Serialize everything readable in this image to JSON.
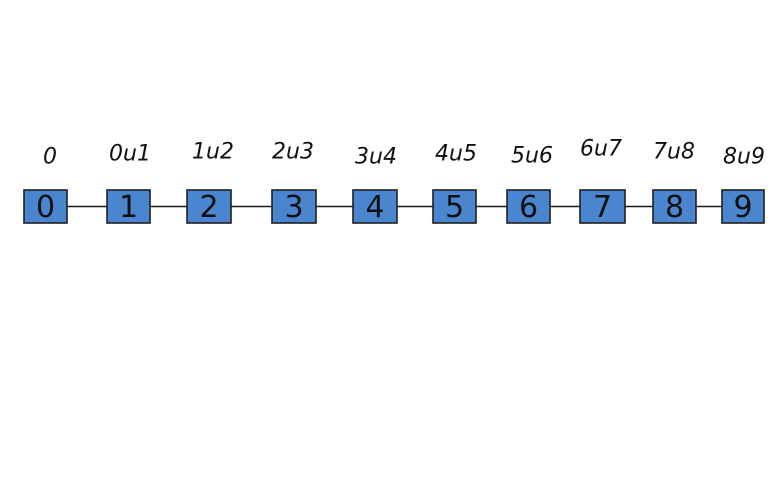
{
  "colors": {
    "node_fill": "#4a86d0",
    "node_stroke": "#1f1f1f",
    "edge": "#1a1a1a",
    "background": "#ffffff"
  },
  "nodes": [
    {
      "label": "0",
      "top_label": "0"
    },
    {
      "label": "1",
      "top_label": "0u1"
    },
    {
      "label": "2",
      "top_label": "1u2"
    },
    {
      "label": "3",
      "top_label": "2u3"
    },
    {
      "label": "4",
      "top_label": "3u4"
    },
    {
      "label": "5",
      "top_label": "4u5"
    },
    {
      "label": "6",
      "top_label": "5u6"
    },
    {
      "label": "7",
      "top_label": "6u7"
    },
    {
      "label": "8",
      "top_label": "7u8"
    },
    {
      "label": "9",
      "top_label": "8u9"
    }
  ]
}
